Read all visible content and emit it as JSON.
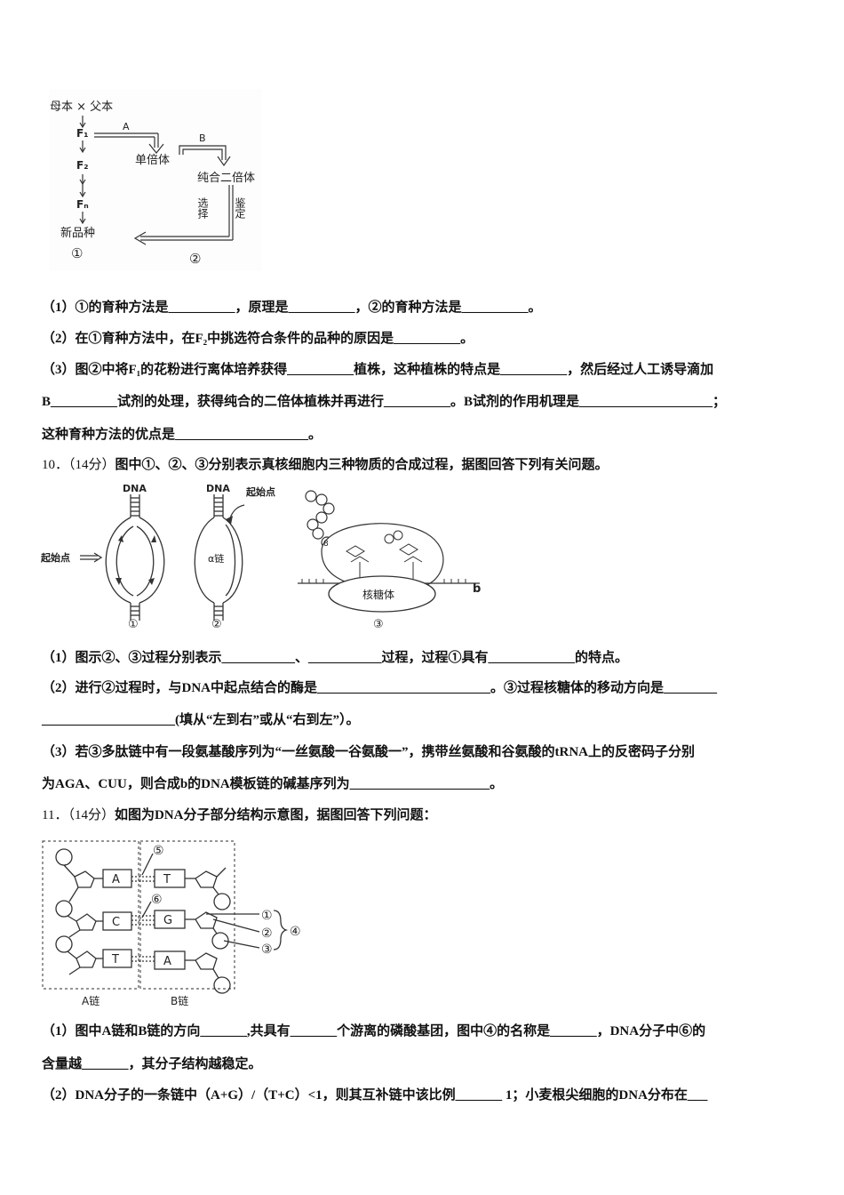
{
  "fig1": {
    "mother_x_father": "母本 × 父本",
    "f1": "F₁",
    "f2": "F₂",
    "fn": "Fₙ",
    "arrow_a": "A",
    "arrow_b": "B",
    "haploid": "单倍体",
    "pure_diploid": "纯合二倍体",
    "select": "选择",
    "identify": "鉴定",
    "new_variety": "新品种",
    "label_1": "①",
    "label_2": "②"
  },
  "q9": {
    "line1": "（1）①的育种方法是__________，原理是__________，②的育种方法是__________。",
    "line2": "（2）在①育种方法中，在F₂中挑选符合条件的品种的原因是__________。",
    "line3": "（3）图②中将F₁的花粉进行离体培养获得__________植株，这种植株的特点是__________，然后经过人工诱导滴加",
    "line4": "B__________试剂的处理，获得纯合的二倍体植株并再进行__________。B试剂的作用机理是____________________；",
    "line5": "这种育种方法的优点是____________________。"
  },
  "q10": {
    "header_num": "10．（14分）",
    "header_text": "图中①、②、③分别表示真核细胞内三种物质的合成过程，据图回答下列有关问题。",
    "fig": {
      "dna_1": "DNA",
      "dna_2": "DNA",
      "origin_left": "起始点",
      "origin_top": "起始点",
      "alpha_chain": "α链",
      "ribosome": "核糖体",
      "b_label": "b",
      "label_1": "①",
      "label_2": "②",
      "label_3": "③"
    },
    "line1": "（1）图示②、③过程分别表示___________、___________过程，过程①具有_____________的特点。",
    "line2": "（2）进行②过程时，与DNA中起点结合的酶是__________________________。③过程核糖体的移动方向是________",
    "line3": "____________________(填从“左到右”或从“右到左”）。",
    "line4": "（3）若③多肽链中有一段氨基酸序列为“一丝氨酸一谷氨酸一”，携带丝氨酸和谷氨酸的tRNA上的反密码子分别",
    "line5": "为AGA、CUU，则合成b的DNA模板链的碱基序列为_____________________。"
  },
  "q11": {
    "header_num": "11．（14分）",
    "header_text": "如图为DNA分子部分结构示意图，据图回答下列问题：",
    "fig": {
      "left_bases": [
        "A",
        "C",
        "T"
      ],
      "right_bases": [
        "T",
        "G",
        "A"
      ],
      "num_5": "⑤",
      "num_6": "⑥",
      "num_1": "①",
      "num_2": "②",
      "num_3": "③",
      "num_4": "④",
      "chain_a": "A链",
      "chain_b": "B链"
    },
    "line1": "（1）图中A链和B链的方向_______,共具有_______个游离的磷酸基团，图中④的名称是_______，DNA分子中⑥的",
    "line2": "含量越_______，其分子结构越稳定。",
    "line3": "（2）DNA分子的一条链中（A+G）/（T+C）<1，则其互补链中该比例_______ 1；小麦根尖细胞的DNA分布在___"
  }
}
